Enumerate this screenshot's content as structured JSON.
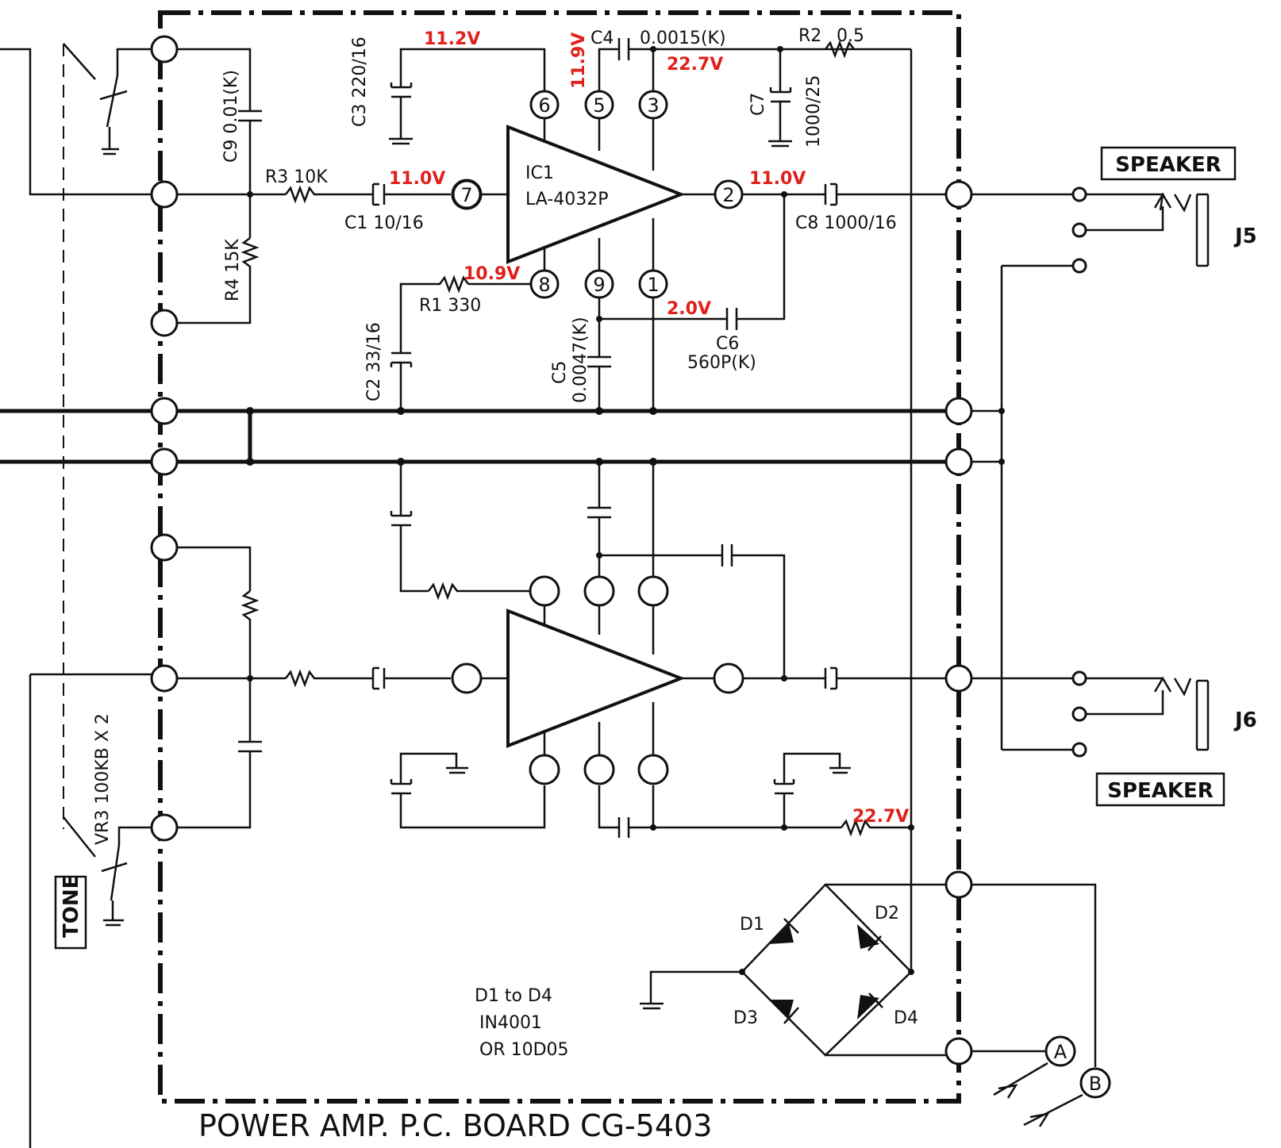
{
  "board_title": "POWER AMP. P.C. BOARD CG-5403",
  "ic": {
    "ref": "IC1",
    "part": "LA-4032P"
  },
  "pins": [
    "6",
    "5",
    "3",
    "7",
    "2",
    "8",
    "9",
    "1"
  ],
  "components": {
    "c3": "C3 220/16",
    "c4": "C4",
    "c4_value": "0.0015(K)",
    "r2": "R2",
    "r2_value": "0.5",
    "c7": "C7",
    "c7_value": "1000/25",
    "c9": "C9 0.01(K)",
    "r3": "R3 10K",
    "c1": "C1 10/16",
    "c8": "C8 1000/16",
    "r4": "R4 15K",
    "r1": "R1 330",
    "c2": "C2 33/16",
    "c5": "C5",
    "c5_value": "0.0047(K)",
    "c6": "C6",
    "c6_value": "560P(K)",
    "vr3": "VR3 100KB X 2",
    "d1": "D1",
    "d2": "D2",
    "d3": "D3",
    "d4": "D4"
  },
  "voltages": {
    "pin6": "11.2V",
    "pin5": "11.9V",
    "pin3": "22.7V",
    "pin7": "11.0V",
    "pin2": "11.0V",
    "pin8": "10.9V",
    "pin1": "2.0V",
    "lower": "22.7V"
  },
  "connectors": {
    "speaker_top": "SPEAKER",
    "speaker_bottom": "SPEAKER",
    "j5": "J5",
    "j6": "J6",
    "tone": "TONE",
    "a": "A",
    "b": "B"
  },
  "diode_note": [
    "D1 to D4",
    "IN4001",
    "OR 10D05"
  ],
  "colors": {
    "ink": "#111111",
    "voltage": "#e0201b",
    "paper": "#ffffff"
  }
}
